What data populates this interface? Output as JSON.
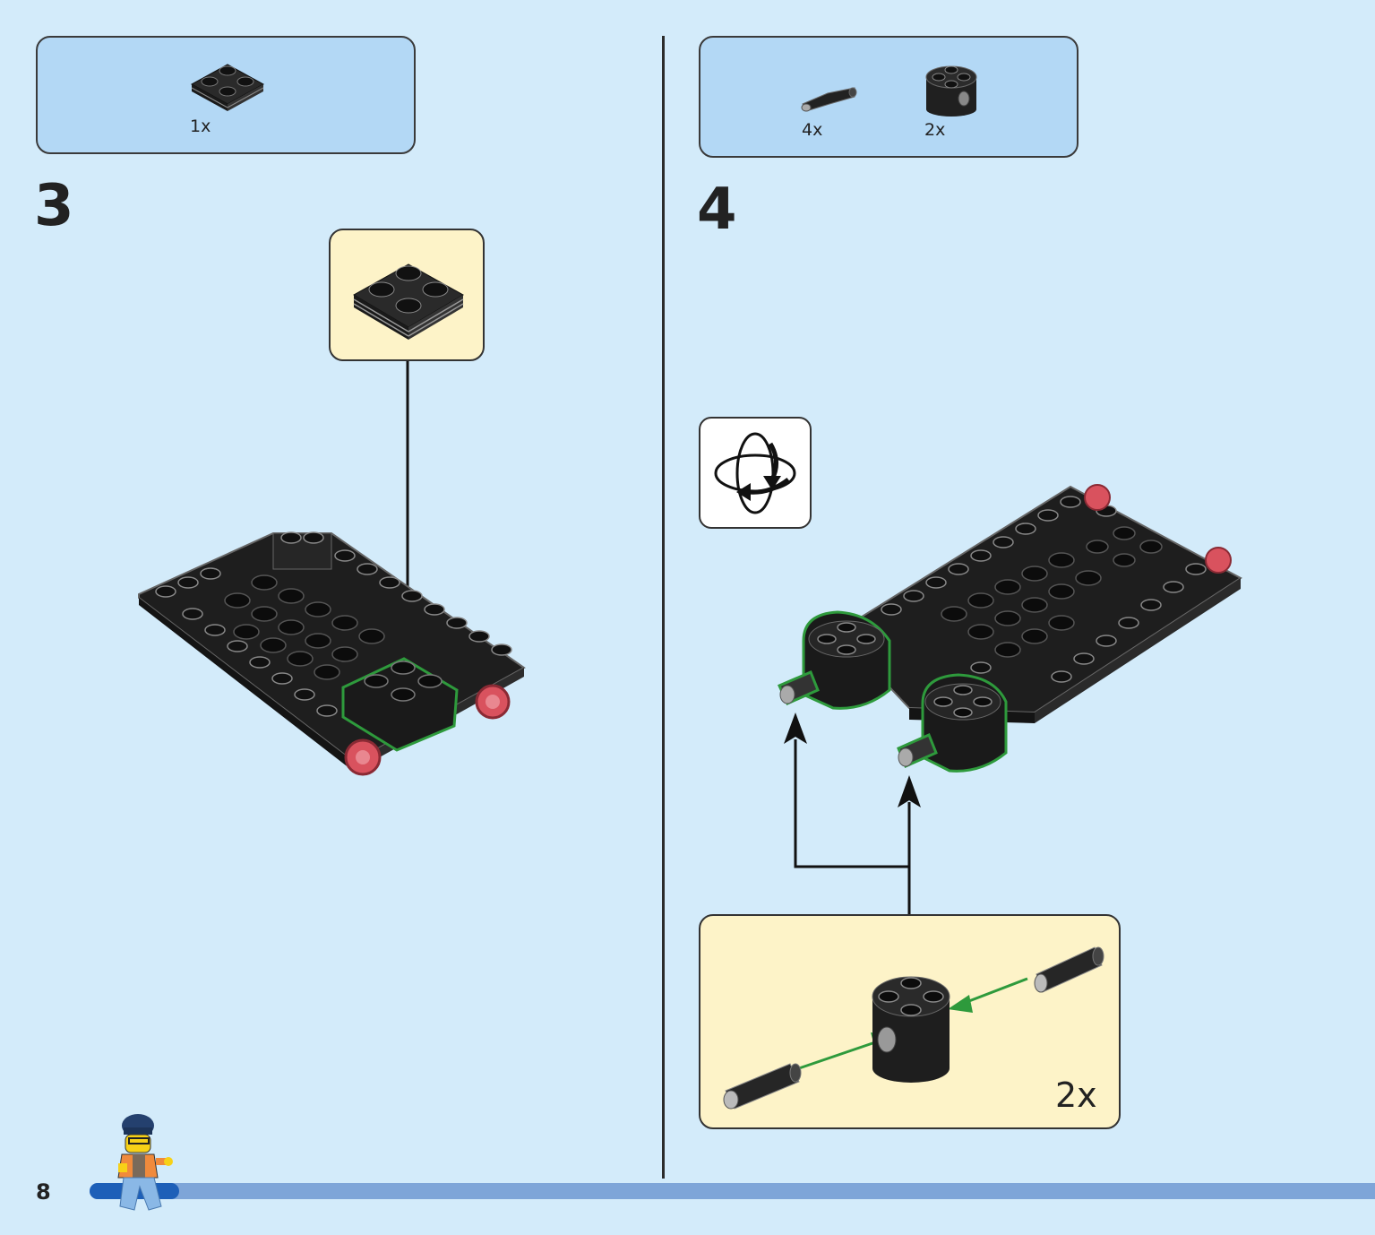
{
  "page": {
    "number": "8",
    "progress": 0.07
  },
  "step3": {
    "number": "3",
    "parts": [
      {
        "icon": "plate-2x2-stack-icon",
        "qty": "1x"
      }
    ]
  },
  "step4": {
    "number": "4",
    "parts": [
      {
        "icon": "technic-pin-icon",
        "qty": "4x"
      },
      {
        "icon": "round-brick-2x2-icon",
        "qty": "2x"
      }
    ],
    "rotate_icon": "rotate-model-icon",
    "subassembly_qty": "2x"
  },
  "colors": {
    "background": "#d3ebfa",
    "parts_box": "#b3d8f5",
    "callout": "#fdf3c8",
    "highlight": "#2e9a3c",
    "brick": "#1e1e1e",
    "wheel": "#d9525e"
  }
}
